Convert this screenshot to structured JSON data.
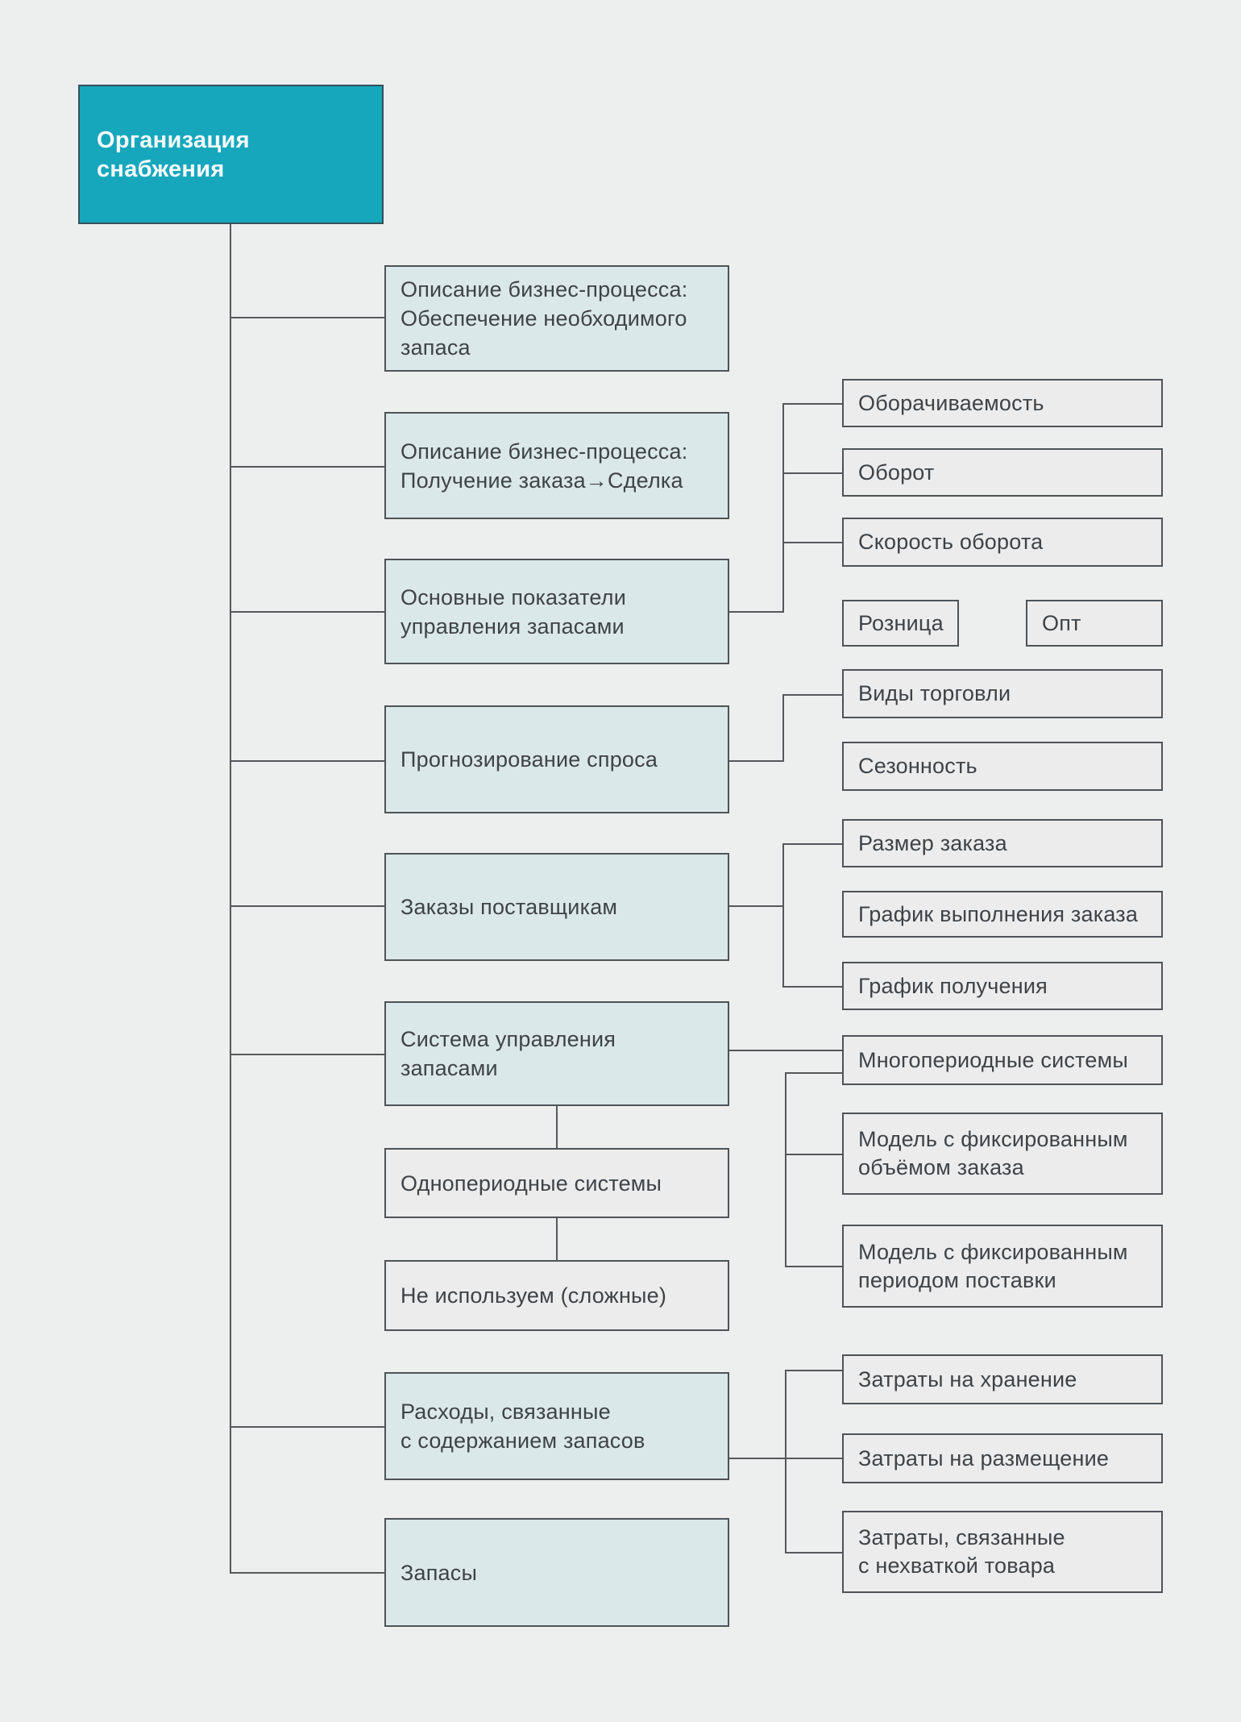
{
  "diagram": {
    "title_node": "Организация снабжения",
    "level2": {
      "process_stock": "Описание бизнес-процесса:\nОбеспечение необходимого\nзапаса",
      "process_order": "Описание бизнес-процесса:\nПолучение заказа→Сделка",
      "indicators": "Основные показатели\nуправления запасами",
      "forecast": "Прогнозирование спроса",
      "supplier_orders": "Заказы поставщикам",
      "inventory_system": "Система управления\nзапасами",
      "single_period": "Однопериодные системы",
      "not_used": "Не используем (сложные)",
      "holding_costs": "Расходы, связанные\nс содержанием запасов",
      "stock": "Запасы"
    },
    "leaves": {
      "turnover_ability": "Оборачиваемость",
      "turnover": "Оборот",
      "turnover_speed": "Скорость оборота",
      "retail": "Розница",
      "wholesale": "Опт",
      "trade_types": "Виды торговли",
      "seasonality": "Сезонность",
      "order_size": "Размер заказа",
      "order_fulfillment_schedule": "График выполнения заказа",
      "receiving_schedule": "График получения",
      "multi_period_systems": "Многопериодные системы",
      "fixed_order_volume_model": "Модель с фиксированным\nобъёмом заказа",
      "fixed_supply_period_model": "Модель с фиксированным\nпериодом поставки",
      "storage_costs": "Затраты на хранение",
      "placement_costs": "Затраты на размещение",
      "shortage_costs": "Затраты, связанные\nс нехваткой товара"
    },
    "colors": {
      "background": "#edeeee",
      "root_fill": "#17a7bd",
      "root_text": "#f7fbfc",
      "tint_fill": "#dbe8ea",
      "plain_fill": "#ececed",
      "border": "#4e5356",
      "line": "#55595b",
      "text": "#3e4347"
    }
  }
}
